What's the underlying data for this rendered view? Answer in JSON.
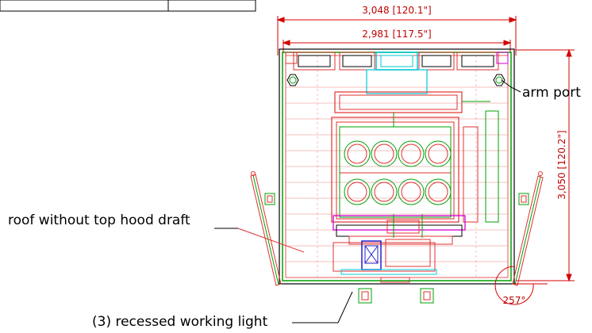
{
  "dimensions": {
    "overall_width": "3,048 [120.1\"]",
    "inner_width": "2,981 [117.5\"]",
    "depth": "3,050 [120.2\"]",
    "door_angle": "257°"
  },
  "callouts": {
    "arm_port": "arm port",
    "roof": "roof without top hood draft",
    "lights": "(3) recessed working light"
  },
  "colors": {
    "dimension": "#d40000",
    "frame_green": "#00a000",
    "detail_red": "#e03030",
    "detail_cyan": "#00c8d8",
    "detail_blue": "#2020d0",
    "detail_magenta": "#d000d0",
    "callout_line": "#000000"
  }
}
